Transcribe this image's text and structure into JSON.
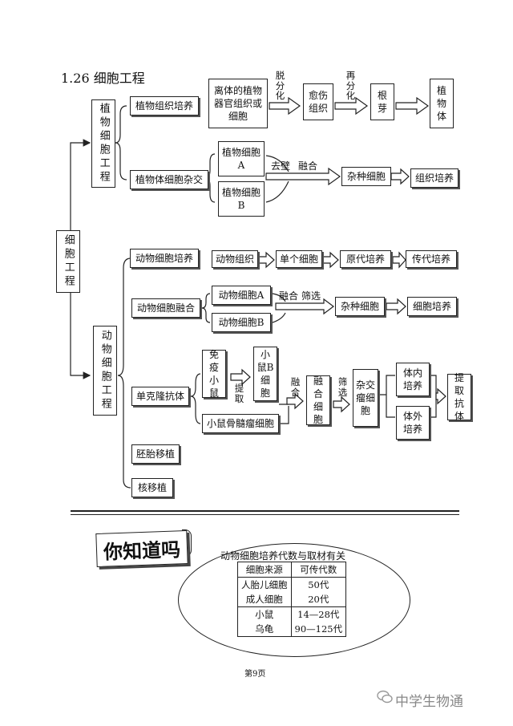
{
  "title": "1.26 细胞工程",
  "root": "细胞工程",
  "plant": {
    "label": "植物细胞工程",
    "tissue_culture": {
      "label": "植物组织培养",
      "source": "离体的植物器官组织或细胞",
      "step1": "脱分化",
      "callus": "愈伤组织",
      "step2": "再分化",
      "root_bud": "根芽",
      "plant": "植物体"
    },
    "hybrid": {
      "label": "植物体细胞杂交",
      "cell_a": "植物细胞A",
      "cell_b": "植物细胞B",
      "step_wall": "去壁",
      "step_fuse": "融合",
      "hybrid_cell": "杂种细胞",
      "culture": "组织培养"
    }
  },
  "animal": {
    "label": "动物细胞工程",
    "culture": {
      "label": "动物细胞培养",
      "tissue": "动物组织",
      "single": "单个细胞",
      "primary": "原代培养",
      "passage": "传代培养"
    },
    "fusion": {
      "label": "动物细胞融合",
      "cell_a": "动物细胞A",
      "cell_b": "动物细胞B",
      "step_fuse": "融合",
      "step_screen": "筛选",
      "hybrid_cell": "杂种细胞",
      "culture": "细胞培养"
    },
    "mab": {
      "label": "单克隆抗体",
      "immune_mouse": "免疫小鼠",
      "extract": "提取",
      "b_cell": "小鼠B细胞",
      "myeloma": "小鼠骨髓瘤细胞",
      "fuse": "融合",
      "fused_cell": "融合细胞",
      "screen": "筛选",
      "hybridoma": "杂交瘤细胞",
      "in_vivo": "体内培养",
      "in_vitro": "体外培养",
      "extract_ab": "提取抗体"
    },
    "embryo": "胚胎移植",
    "nuclear": "核移植"
  },
  "did_you_know": {
    "banner": "你知道吗",
    "table_title": "动物细胞培养代数与取材有关",
    "headers": [
      "细胞来源",
      "可传代数"
    ],
    "rows": [
      [
        "人胎儿细胞",
        "50代"
      ],
      [
        "成人细胞",
        "20代"
      ],
      [
        "小鼠",
        "14—28代"
      ],
      [
        "乌龟",
        "90—125代"
      ]
    ]
  },
  "page_number": "第9页",
  "watermark": "中学生物通"
}
